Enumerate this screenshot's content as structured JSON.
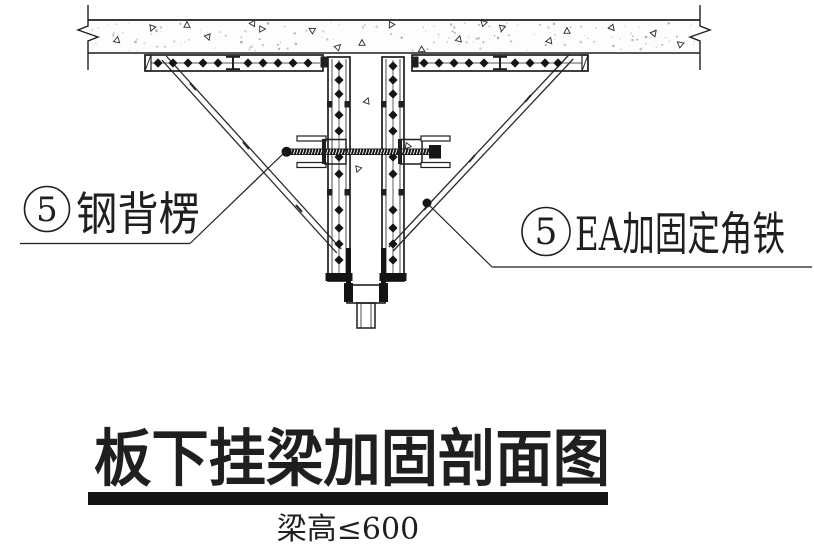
{
  "callouts": {
    "left": {
      "number": "5",
      "label": "钢背楞"
    },
    "right": {
      "number": "5",
      "label": "EA加固定角铁"
    }
  },
  "title": {
    "text": "板下挂梁加固剖面图"
  },
  "subtitle": {
    "text": "梁高≤600"
  },
  "colors": {
    "ink": "#1f1f1f",
    "paper": "#ffffff"
  }
}
